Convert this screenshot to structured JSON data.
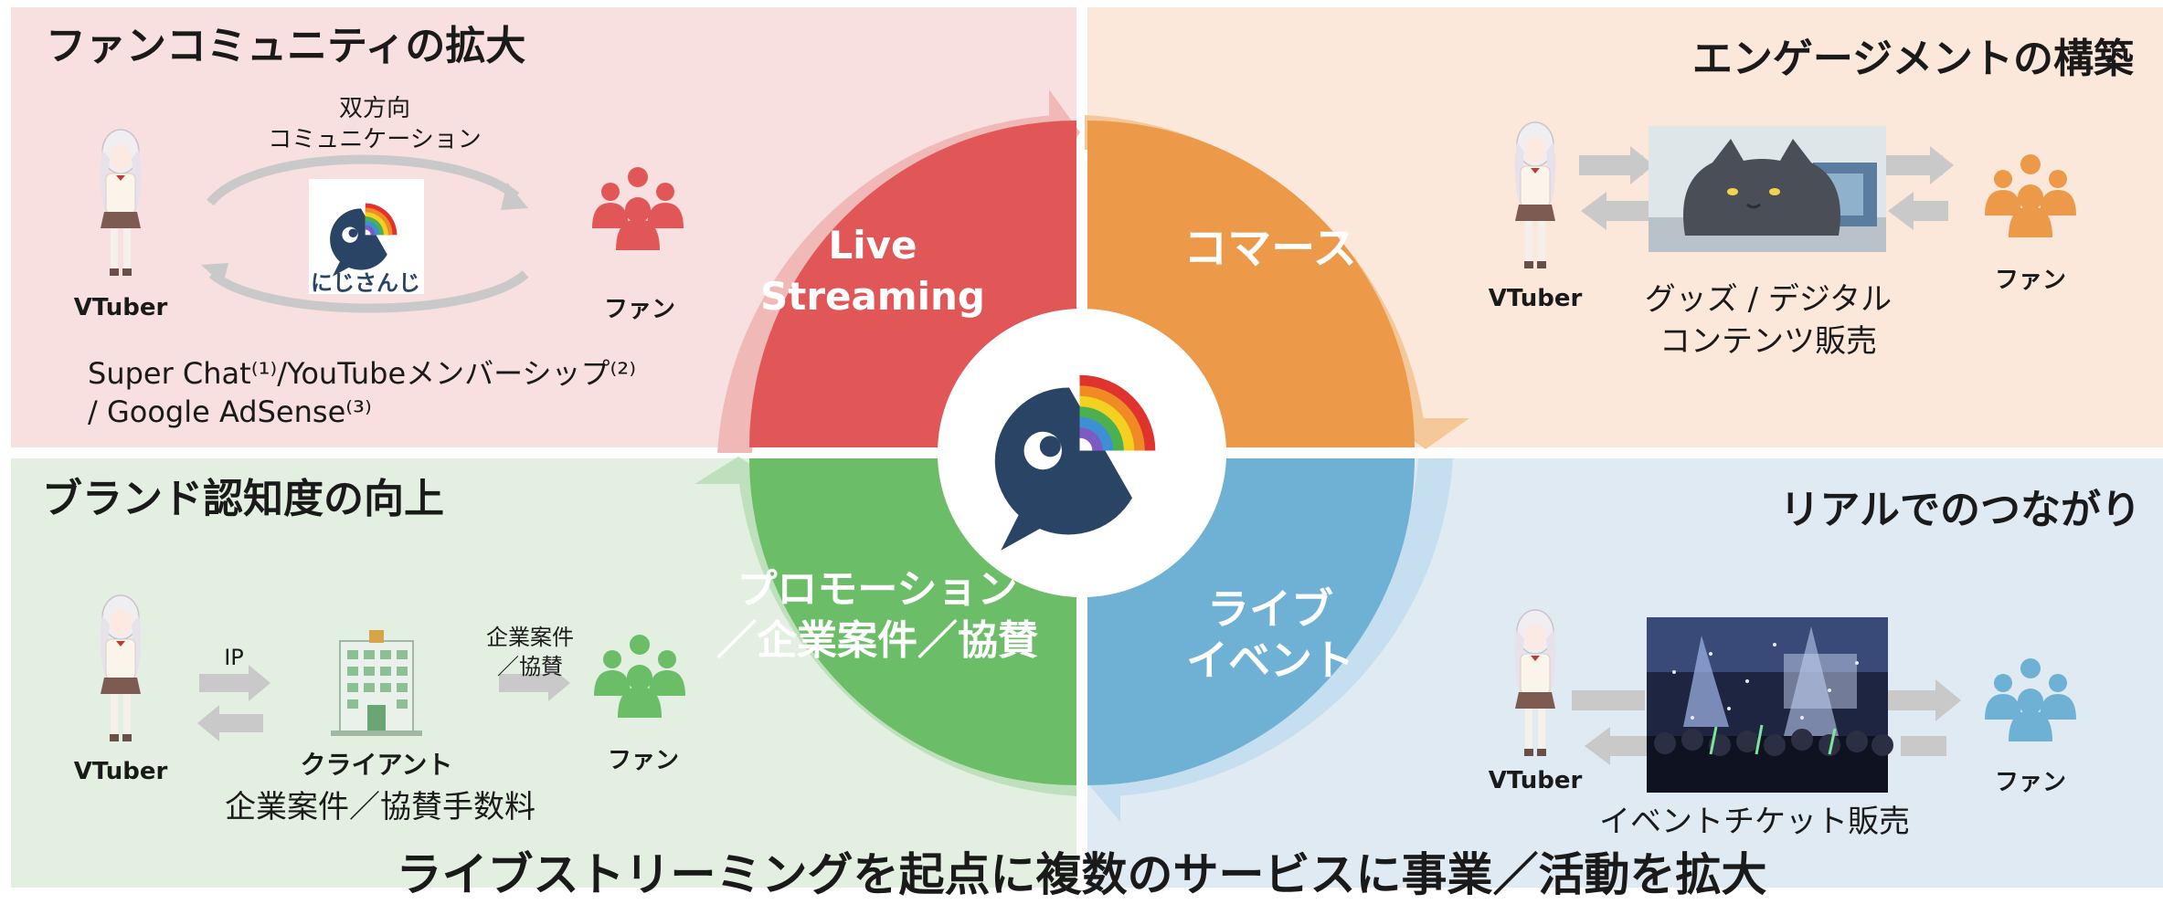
{
  "quadrants": {
    "top_left": {
      "title": "ファンコミュニティの拡大",
      "arrow_label_line1": "双方向",
      "arrow_label_line2": "コミュニケーション",
      "logo_text": "にじさんじ",
      "vtuber_label": "VTuber",
      "fan_label": "ファン",
      "revenue_line1": "Super Chat⁽¹⁾/YouTubeメンバーシップ⁽²⁾",
      "revenue_line2": "/ Google AdSense⁽³⁾"
    },
    "top_right": {
      "title": "エンゲージメントの構築",
      "vtuber_label": "VTuber",
      "fan_label": "ファン",
      "caption_line1": "グッズ / デジタル",
      "caption_line2": "コンテンツ販売"
    },
    "bottom_left": {
      "title": "ブランド認知度の向上",
      "vtuber_label": "VTuber",
      "ip_label": "IP",
      "client_label": "クライアント",
      "deal_label_line1": "企業案件",
      "deal_label_line2": "／協賛",
      "fan_label": "ファン",
      "caption": "企業案件／協賛手数料"
    },
    "bottom_right": {
      "title": "リアルでのつながり",
      "vtuber_label": "VTuber",
      "fan_label": "ファン",
      "caption": "イベントチケット販売"
    }
  },
  "cycle": {
    "segments": [
      {
        "line1": "Live",
        "line2": "Streaming",
        "color": "#e15757"
      },
      {
        "line1": "コマース",
        "line2": "",
        "color": "#ec9a4a"
      },
      {
        "line1": "ライブ",
        "line2": "イベント",
        "color": "#6fb1d4"
      },
      {
        "line1": "プロモーション",
        "line2": "／企業案件／協賛",
        "color": "#6cbd68"
      }
    ]
  },
  "bottom_title": "ライブストリーミングを起点に複数のサービスに事業／活動を拡大",
  "colors": {
    "brand_navy": "#2a4466",
    "fan_red": "#e15757",
    "fan_orange": "#ec9a4a",
    "fan_green": "#6cbd68",
    "fan_blue": "#6fb1d4"
  }
}
